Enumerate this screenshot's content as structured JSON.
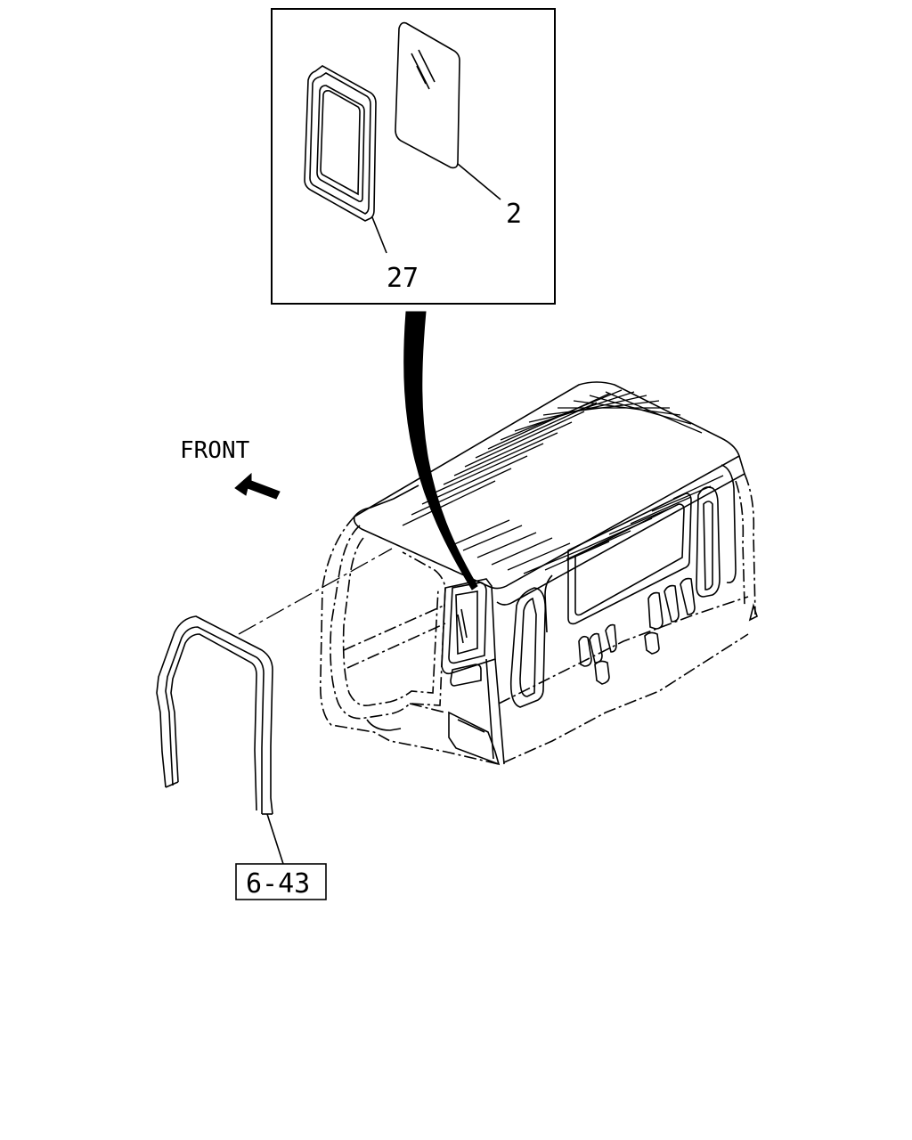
{
  "diagram": {
    "labels": {
      "callout_glass": "2",
      "callout_seal": "27",
      "direction": "FRONT",
      "reference": "6-43"
    },
    "colors": {
      "line": "#000000",
      "background": "#ffffff"
    },
    "icons": {
      "direction_arrow": "front-arrow-icon"
    }
  }
}
